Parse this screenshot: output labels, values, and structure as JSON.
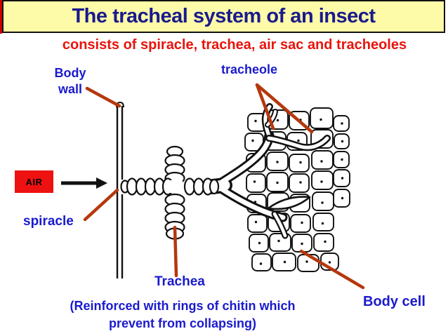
{
  "header": {
    "title": "The tracheal system of an insect",
    "bar_bg": "#fdfba8",
    "bar_border": "#111111",
    "accent_strip_color": "#cc0000",
    "title_color": "#1a1a8c"
  },
  "subtitle": {
    "text": "consists of spiracle, trachea, air sac and tracheoles",
    "color": "#e8140c"
  },
  "diagram_labels": {
    "color": "#1a1acd",
    "body_wall_line1": "Body",
    "body_wall_line2": "wall",
    "tracheole": "tracheole",
    "spiracle": "spiracle",
    "trachea": "Trachea",
    "body_cell": "Body cell",
    "air": "AIR",
    "air_box_bg": "#ee1111",
    "air_text_color": "#000000",
    "pointer_line_color": "#b5380d",
    "ink_color": "#111111"
  },
  "footnote": {
    "line1": "(Reinforced with rings of chitin which",
    "line2": "prevent from collapsing)",
    "color": "#1a1acd"
  }
}
